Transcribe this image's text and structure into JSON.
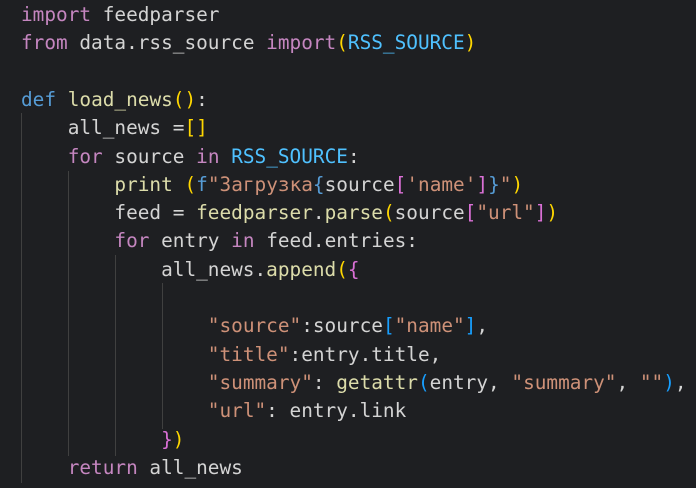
{
  "editor": {
    "theme_colors": {
      "background": "#1e1f22",
      "plain": "#d4d4d4",
      "keyword": "#c586c0",
      "storage": "#569cd6",
      "function": "#dcdcaa",
      "string": "#ce9178",
      "constant": "#4fc1ff",
      "variable": "#9cdcfe",
      "bracket_gold": "#ffd700",
      "bracket_purple": "#da70d6",
      "bracket_blue": "#179fff",
      "indent_guide": "#404040"
    },
    "lines": [
      [
        [
          "keyword",
          "import"
        ],
        [
          "plain",
          " "
        ],
        [
          "plain",
          "feedparser"
        ]
      ],
      [
        [
          "keyword",
          "from"
        ],
        [
          "plain",
          " data.rss_source "
        ],
        [
          "keyword",
          "import"
        ],
        [
          "bracket_gold",
          "("
        ],
        [
          "constant",
          "RSS_SOURCE"
        ],
        [
          "bracket_gold",
          ")"
        ]
      ],
      [],
      [
        [
          "storage",
          "def"
        ],
        [
          "plain",
          " "
        ],
        [
          "function",
          "load_news"
        ],
        [
          "bracket_gold",
          "()"
        ],
        [
          "plain",
          ":"
        ]
      ],
      [
        [
          "plain",
          "    all_news ="
        ],
        [
          "bracket_gold",
          "[]"
        ]
      ],
      [
        [
          "plain",
          "    "
        ],
        [
          "keyword",
          "for"
        ],
        [
          "plain",
          " source "
        ],
        [
          "keyword",
          "in"
        ],
        [
          "plain",
          " "
        ],
        [
          "constant",
          "RSS_SOURCE"
        ],
        [
          "plain",
          ":"
        ]
      ],
      [
        [
          "plain",
          "        "
        ],
        [
          "function",
          "print"
        ],
        [
          "plain",
          " "
        ],
        [
          "bracket_gold",
          "("
        ],
        [
          "storage",
          "f"
        ],
        [
          "string",
          "\"Загрузка"
        ],
        [
          "storage",
          "{"
        ],
        [
          "plain",
          "source"
        ],
        [
          "bracket_purple",
          "["
        ],
        [
          "string",
          "'name'"
        ],
        [
          "bracket_purple",
          "]"
        ],
        [
          "storage",
          "}"
        ],
        [
          "string",
          "\""
        ],
        [
          "bracket_gold",
          ")"
        ]
      ],
      [
        [
          "plain",
          "        feed = "
        ],
        [
          "function",
          "feedparser"
        ],
        [
          "plain",
          "."
        ],
        [
          "function",
          "parse"
        ],
        [
          "bracket_gold",
          "("
        ],
        [
          "plain",
          "source"
        ],
        [
          "bracket_purple",
          "["
        ],
        [
          "string",
          "\"url\""
        ],
        [
          "bracket_purple",
          "]"
        ],
        [
          "bracket_gold",
          ")"
        ]
      ],
      [
        [
          "plain",
          "        "
        ],
        [
          "keyword",
          "for"
        ],
        [
          "plain",
          " entry "
        ],
        [
          "keyword",
          "in"
        ],
        [
          "plain",
          " feed.entries:"
        ]
      ],
      [
        [
          "plain",
          "            all_news."
        ],
        [
          "function",
          "append"
        ],
        [
          "bracket_gold",
          "("
        ],
        [
          "bracket_purple",
          "{"
        ]
      ],
      [],
      [
        [
          "plain",
          "                "
        ],
        [
          "string",
          "\"source\""
        ],
        [
          "plain",
          ":source"
        ],
        [
          "bracket_blue",
          "["
        ],
        [
          "string",
          "\"name\""
        ],
        [
          "bracket_blue",
          "]"
        ],
        [
          "plain",
          ","
        ]
      ],
      [
        [
          "plain",
          "                "
        ],
        [
          "string",
          "\"title\""
        ],
        [
          "plain",
          ":entry.title,"
        ]
      ],
      [
        [
          "plain",
          "                "
        ],
        [
          "string",
          "\"summary\""
        ],
        [
          "plain",
          ": "
        ],
        [
          "function",
          "getattr"
        ],
        [
          "bracket_blue",
          "("
        ],
        [
          "plain",
          "entry, "
        ],
        [
          "string",
          "\"summary\""
        ],
        [
          "plain",
          ", "
        ],
        [
          "string",
          "\"\""
        ],
        [
          "bracket_blue",
          ")"
        ],
        [
          "plain",
          ","
        ]
      ],
      [
        [
          "plain",
          "                "
        ],
        [
          "string",
          "\"url\""
        ],
        [
          "plain",
          ": entry.link"
        ]
      ],
      [
        [
          "plain",
          "            "
        ],
        [
          "bracket_purple",
          "}"
        ],
        [
          "bracket_gold",
          ")"
        ]
      ],
      [
        [
          "plain",
          "    "
        ],
        [
          "keyword",
          "return"
        ],
        [
          "plain",
          " all_news"
        ]
      ]
    ]
  }
}
